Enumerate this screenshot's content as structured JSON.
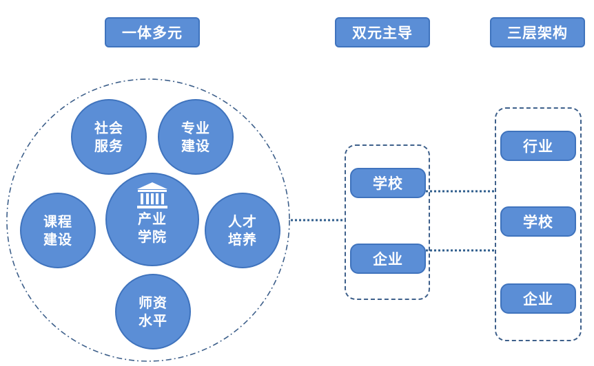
{
  "headers": {
    "col1": "一体多元",
    "col2": "双元主导",
    "col3": "三层架构"
  },
  "center": {
    "icon": "institution-building-icon",
    "line1": "产业",
    "line2": "学院"
  },
  "elements": [
    {
      "line1": "社会",
      "line2": "服务"
    },
    {
      "line1": "专业",
      "line2": "建设"
    },
    {
      "line1": "课程",
      "line2": "建设"
    },
    {
      "line1": "人才",
      "line2": "培养"
    },
    {
      "line1": "师资",
      "line2": "水平"
    }
  ],
  "dual": [
    "学校",
    "企业"
  ],
  "layers": [
    "行业",
    "学校",
    "企业"
  ],
  "colors": {
    "node_fill": "#5b8ed6",
    "node_border": "#3f73bd",
    "connector": "#2f5d8c"
  }
}
